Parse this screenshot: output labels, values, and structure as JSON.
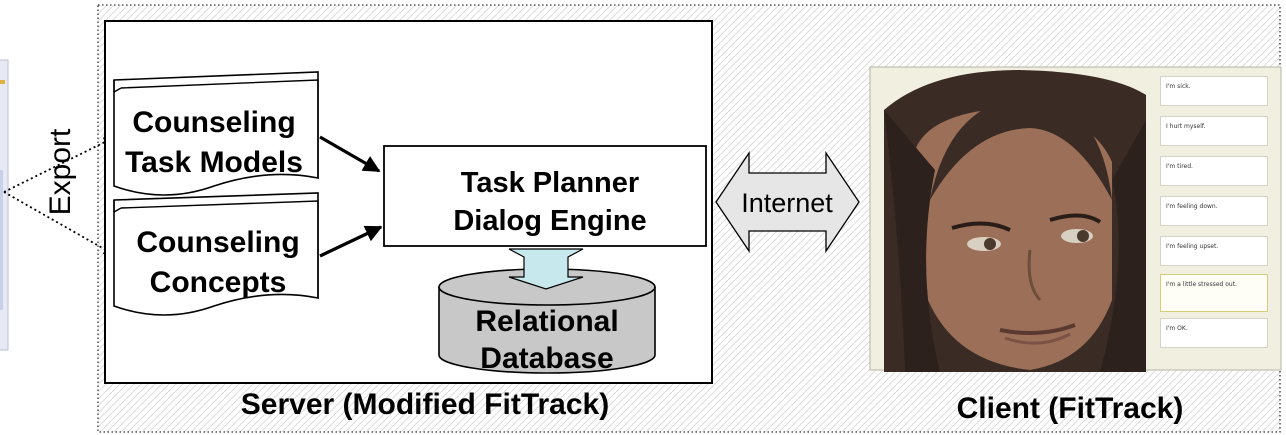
{
  "export_label": "Export",
  "server": {
    "caption": "Server (Modified FitTrack)",
    "doc_task_models": [
      "Counseling",
      "Task Models"
    ],
    "doc_concepts": [
      "Counseling",
      "Concepts"
    ],
    "planner": [
      "Task Planner",
      "Dialog Engine"
    ],
    "database": [
      "Relational",
      "Database"
    ]
  },
  "network_label": "Internet",
  "client": {
    "caption": "Client (FitTrack)",
    "options": [
      "I'm sick.",
      "I hurt myself.",
      "I'm tired.",
      "I'm feeling down.",
      "I'm feeling upset.",
      "I'm a little stressed out.",
      "I'm OK."
    ],
    "selected_option_index": 5
  },
  "colors": {
    "hatch": "#dcdcdc",
    "database_fill": "#c8c8c8",
    "link_arrow_fill": "#c7e9ee",
    "internet_arrow_fill": "#e6e6e6",
    "client_panel_bg": "#f1efdf",
    "skin": "#9c7058",
    "hair": "#3a2b25"
  }
}
